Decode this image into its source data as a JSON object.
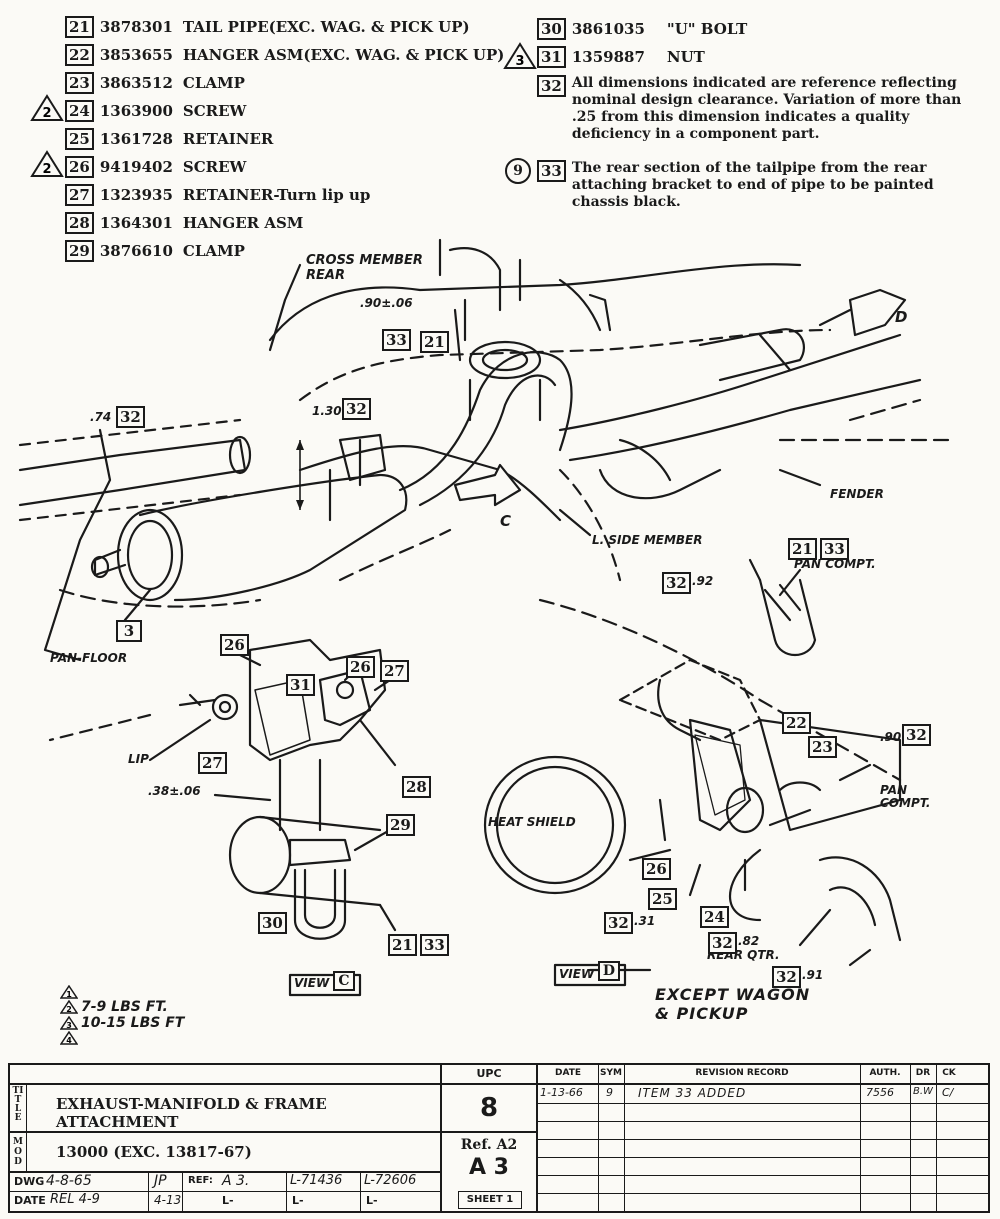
{
  "parts": [
    {
      "ref": "21",
      "number": "3878301",
      "description": "TAIL PIPE(EXC. WAG. & PICK UP)",
      "flag": ""
    },
    {
      "ref": "22",
      "number": "3853655",
      "description": "HANGER ASM(EXC. WAG. & PICK UP)",
      "flag": ""
    },
    {
      "ref": "23",
      "number": "3863512",
      "description": "CLAMP",
      "flag": ""
    },
    {
      "ref": "24",
      "number": "1363900",
      "description": "SCREW",
      "flag": "2"
    },
    {
      "ref": "25",
      "number": "1361728",
      "description": "RETAINER",
      "flag": ""
    },
    {
      "ref": "26",
      "number": "9419402",
      "description": "SCREW",
      "flag": "2"
    },
    {
      "ref": "27",
      "number": "1323935",
      "description": "RETAINER-Turn lip up",
      "flag": ""
    },
    {
      "ref": "28",
      "number": "1364301",
      "description": "HANGER ASM",
      "flag": ""
    },
    {
      "ref": "29",
      "number": "3876610",
      "description": "CLAMP",
      "flag": ""
    },
    {
      "ref": "30",
      "number": "3861035",
      "description": "\"U\" BOLT",
      "flag": ""
    },
    {
      "ref": "31",
      "number": "1359887",
      "description": "NUT",
      "flag": "3"
    }
  ],
  "notes": [
    {
      "ref": "32",
      "flag": "",
      "text": "All dimensions indicated are reference reflecting nominal design clearance. Variation of more than .25 from this dimension indicates a quality deficiency in a component part."
    },
    {
      "ref": "33",
      "flag": "9",
      "text": "The rear section of the tailpipe from the rear attaching bracket to end of pipe to be painted chassis black."
    }
  ],
  "labels": {
    "crossmember": "CROSS MEMBER\nREAR",
    "fender": "FENDER",
    "side_member": "L. SIDE MEMBER",
    "pan_floor": "PAN-FLOOR",
    "pan_compt_top": "PAN COMPT.",
    "pan_compt_right": "PAN\nCOMPT.",
    "heat_shield": "HEAT SHIELD",
    "rear_qtr": "REAR QTR.",
    "lip": "LIP",
    "view_c": "VIEW",
    "view_c_letter": "C",
    "view_d": "VIEW",
    "view_d_letter": "D",
    "except": "EXCEPT WAGON\n& PICKUP",
    "arrow_c": "C",
    "arrow_d": "D"
  },
  "dimensions": {
    "d90": ".90±.06",
    "d74": ".74",
    "d130": "1.30",
    "d92": ".92",
    "d90b": ".90",
    "d38": ".38±.06",
    "d31": ".31",
    "d82": ".82",
    "d91": ".91"
  },
  "torque": [
    {
      "flag": "1",
      "text": ""
    },
    {
      "flag": "2",
      "text": "7-9 LBS FT."
    },
    {
      "flag": "3",
      "text": "10-15 LBS FT"
    },
    {
      "flag": "4",
      "text": ""
    }
  ],
  "title_block": {
    "title_label": "TITLE",
    "title_line1": "EXHAUST-MANIFOLD & FRAME",
    "title_line2": "ATTACHMENT",
    "model_label": "MOD",
    "model": "13000  (EXC. 13817-67)",
    "dwg_label": "DWG",
    "dwg_date": "4-8-65",
    "dwg_by": "JP",
    "date_label": "DATE",
    "rel": "REL 4-9",
    "rel2": "4-13",
    "ref_label": "REF:",
    "ref_value": "A 3.",
    "l1": "L-71436",
    "l2": "L-72606",
    "l3": "L-",
    "l4": "L-",
    "l5": "L-",
    "upc_label": "UPC",
    "upc": "8",
    "ref_a": "Ref. A2",
    "sheet_code": "A 3",
    "sheet": "SHEET 1"
  },
  "revision": {
    "headers": [
      "DATE",
      "SYM",
      "REVISION RECORD",
      "AUTH.",
      "DR",
      "CK"
    ],
    "rows": [
      {
        "date": "1-13-66",
        "sym": "9",
        "record": "ITEM 33 ADDED",
        "auth": "7556",
        "dr": "B.W",
        "ck": "C/"
      }
    ]
  }
}
